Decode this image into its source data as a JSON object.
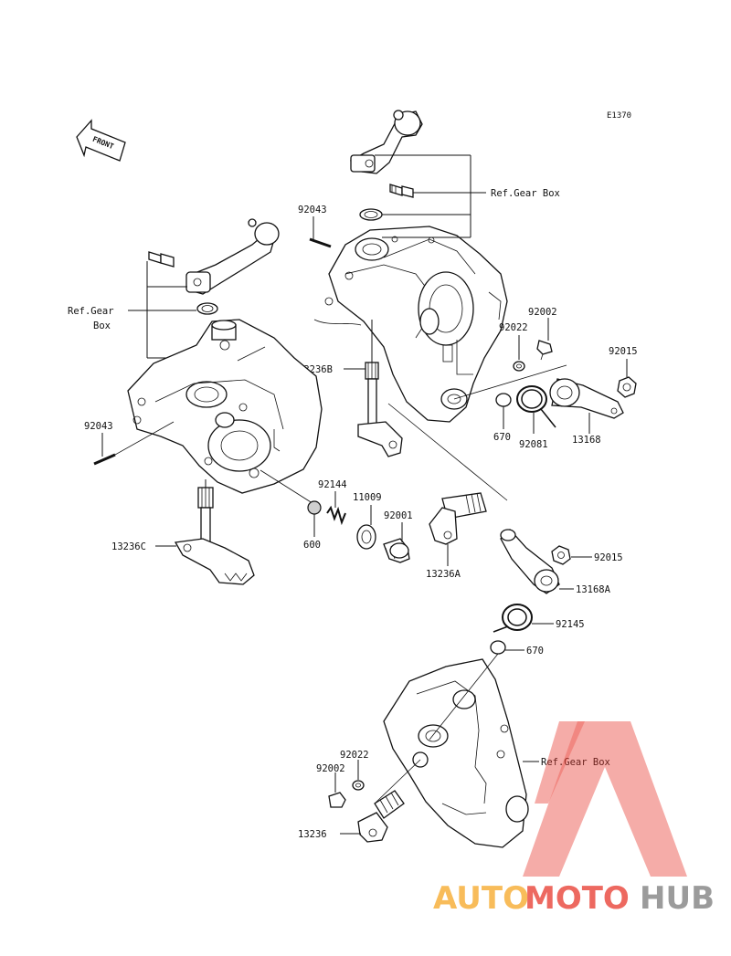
{
  "diagram_code": "E1370",
  "front_indicator": "FRONT",
  "labels": {
    "l_92043_top": "92043",
    "l_refgear_top": "Ref.Gear Box",
    "l_refgear_left_1": "Ref.Gear",
    "l_refgear_left_2": "Box",
    "l_92002_top": "92002",
    "l_92022_top": "92022",
    "l_92015_top": "92015",
    "l_13236B": "13236B",
    "l_670_top": "670",
    "l_92081": "92081",
    "l_13168": "13168",
    "l_92043_left": "92043",
    "l_92144": "92144",
    "l_11009": "11009",
    "l_92001": "92001",
    "l_600": "600",
    "l_13236C": "13236C",
    "l_13236A": "13236A",
    "l_92015_mid": "92015",
    "l_13168A": "13168A",
    "l_92145": "92145",
    "l_670_bottom": "670",
    "l_92022_bottom": "92022",
    "l_refgear_bottom": "Ref.Gear Box",
    "l_92002_bottom": "92002",
    "l_13236": "13236"
  },
  "watermark": {
    "part_auto": "AUTO",
    "part_moto": "MOTO",
    "part_hub": "HUB",
    "color_primary": "#e8372c",
    "color_secondary": "#f6a623",
    "color_dark": "#7a7a7a"
  }
}
